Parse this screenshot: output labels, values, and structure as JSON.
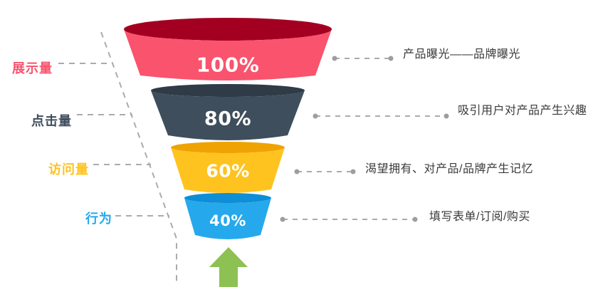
{
  "chart_data": {
    "type": "funnel",
    "orientation": "top-down",
    "legend_position": "none",
    "connector_style": "dashed",
    "connector_color": "#ABABAB",
    "annotation_text_color": "#3A3A3A",
    "value_text_color": "#FFFFFF",
    "direction_arrow_color": "#8DC153",
    "stages": [
      {
        "label": "展示量",
        "value": "100%",
        "value_pct": 100,
        "annotation": "产品曝光——品牌曝光",
        "front_color": "#F9536D",
        "top_color": "#A30021"
      },
      {
        "label": "点击量",
        "value": "80%",
        "value_pct": 80,
        "annotation": "吸引用户对产品产生兴趣",
        "front_color": "#3F4E5C",
        "top_color": "#2F3B46"
      },
      {
        "label": "访问量",
        "value": "60%",
        "value_pct": 60,
        "annotation": "渴望拥有、对产品/品牌产生记忆",
        "front_color": "#FFC31F",
        "top_color": "#EFA303"
      },
      {
        "label": "行为",
        "value": "40%",
        "value_pct": 40,
        "annotation": "填写表单/订阅/购买",
        "front_color": "#25A9EC",
        "top_color": "#0E8ED6"
      }
    ]
  }
}
